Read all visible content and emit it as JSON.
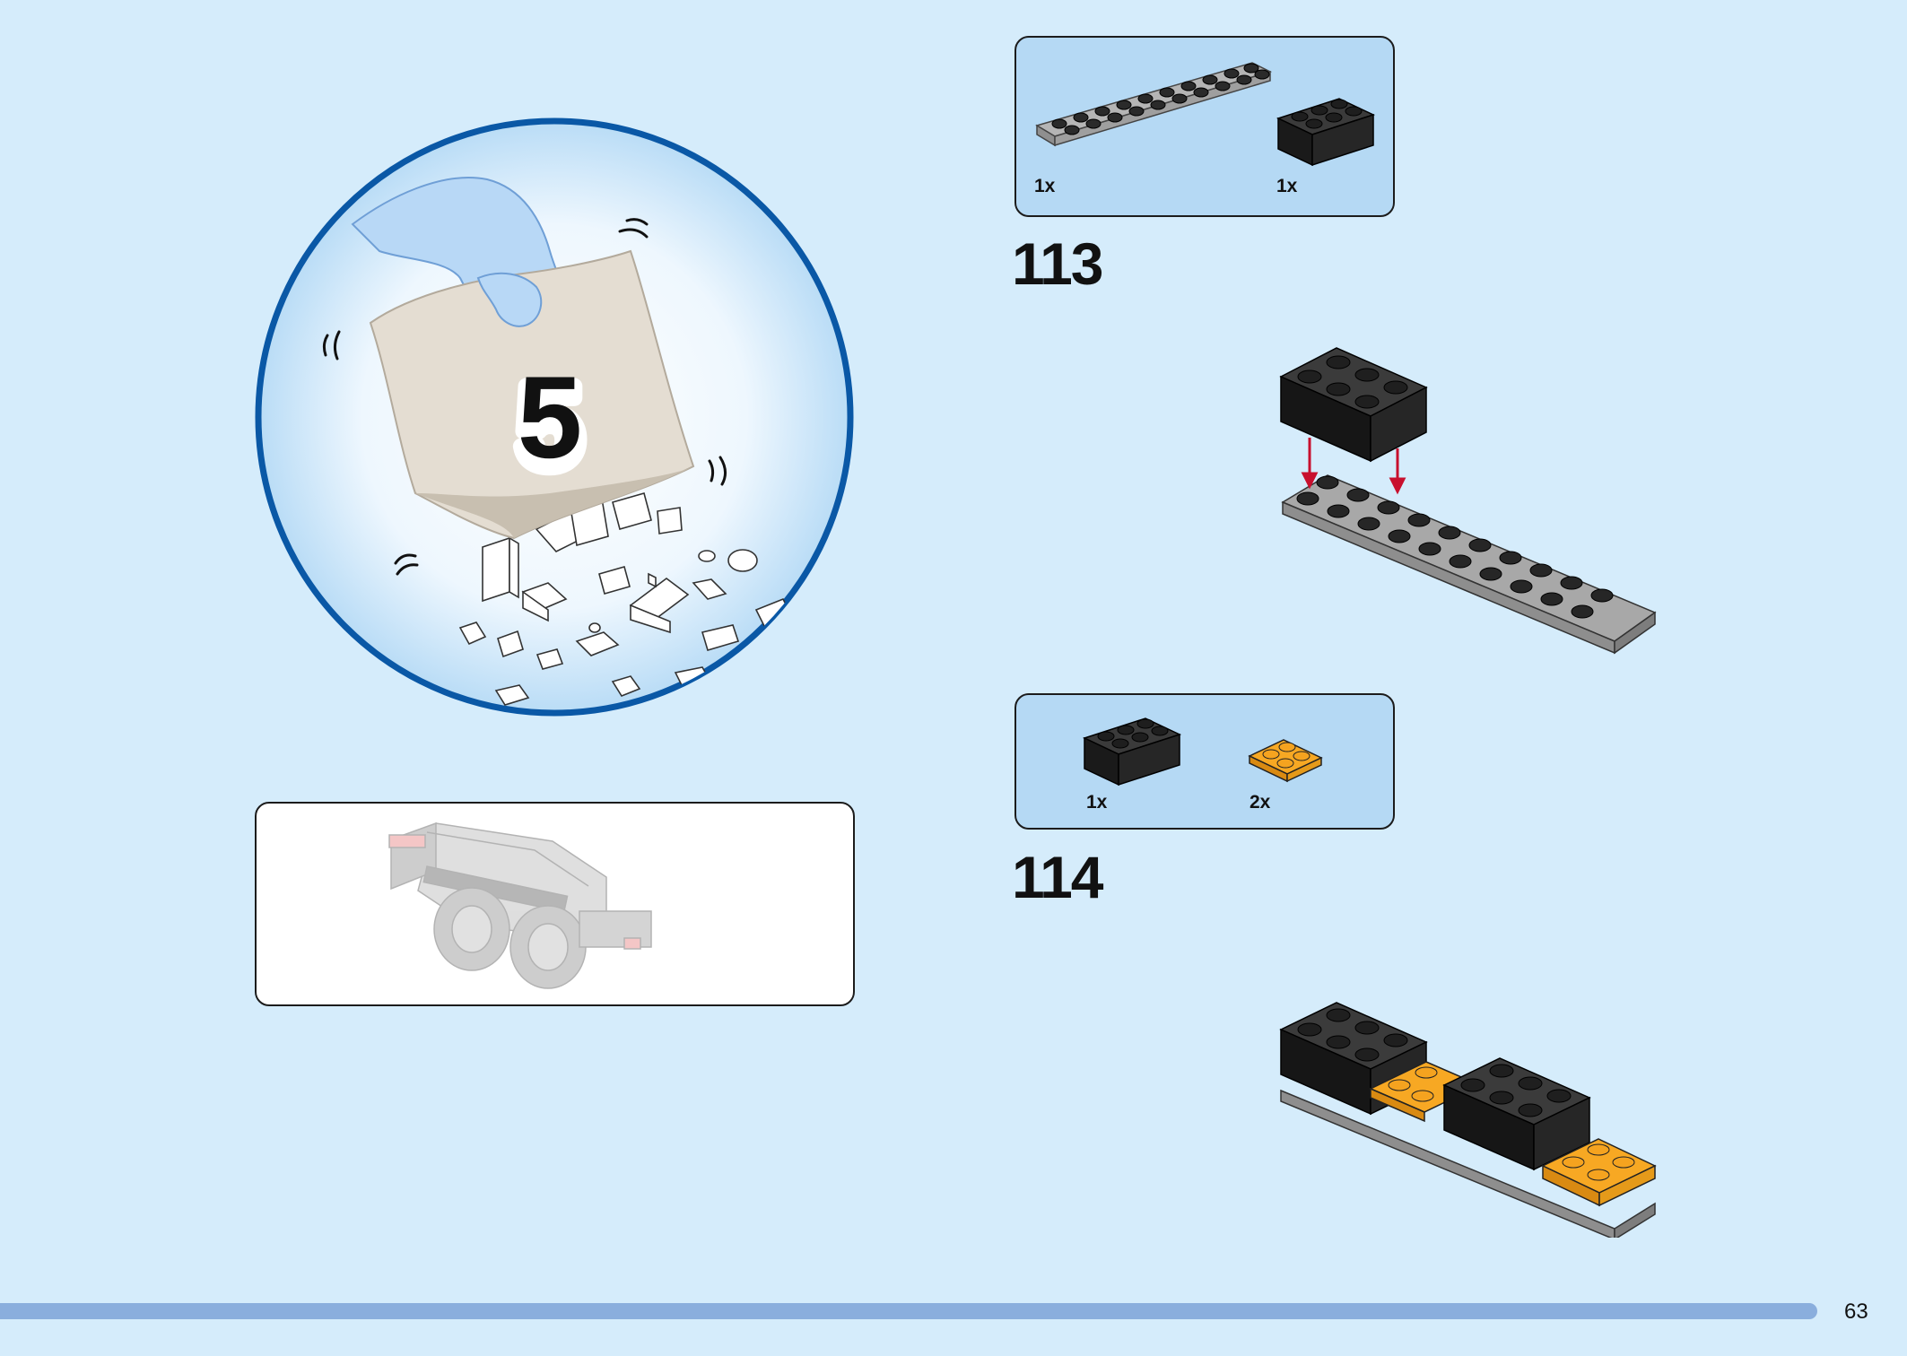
{
  "bag": {
    "number": "5"
  },
  "steps": [
    {
      "number": "113",
      "parts": [
        {
          "qty": "1x",
          "color": "#9a9a9a",
          "icon": "gray-2x10-plate"
        },
        {
          "qty": "1x",
          "color": "#1f1f1f",
          "icon": "black-2x3-brick"
        }
      ]
    },
    {
      "number": "114",
      "parts": [
        {
          "qty": "1x",
          "color": "#1f1f1f",
          "icon": "black-2x3-brick"
        },
        {
          "qty": "2x",
          "color": "#f7a823",
          "icon": "orange-2x2-plate"
        }
      ]
    }
  ],
  "page": {
    "number": "63"
  },
  "colors": {
    "background": "#d5ecfb",
    "parts_box": "#b5d9f4",
    "accent_blue": "#0a58a6",
    "arrow_red": "#c8102e",
    "orange": "#f7a823"
  }
}
